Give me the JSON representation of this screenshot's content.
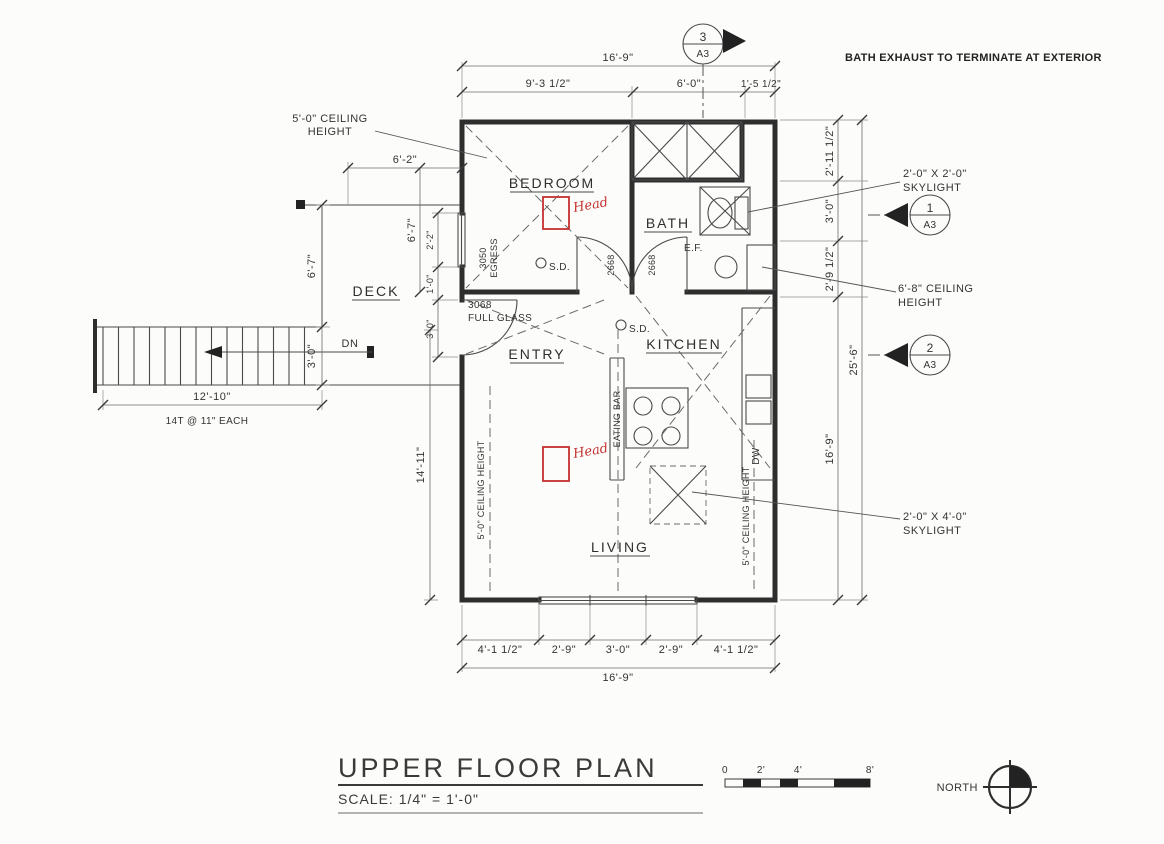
{
  "note_bath_exhaust": "BATH EXHAUST TO TERMINATE AT EXTERIOR",
  "rooms": {
    "bedroom": "BEDROOM",
    "bath": "BATH",
    "deck": "DECK",
    "entry": "ENTRY",
    "kitchen": "KITCHEN",
    "living": "LIVING"
  },
  "dims": {
    "top_overall": "16'-9\"",
    "top_a": "9'-3 1/2\"",
    "top_b": "6'-0\"",
    "top_c": "1'-5 1/2\"",
    "right_a": "2'-11 1/2\"",
    "right_b": "3'-0\"",
    "right_c": "2'-9 1/2\"",
    "right_d": "16'-9\"",
    "right_overall": "25'-6\"",
    "left_a": "6'-2\"",
    "left_b": "6'-7\"",
    "left_c": "2'-2\"",
    "left_d": "1'-0\"",
    "left_e": "3'-0\"",
    "deck_h": "6'-7\"",
    "stair_w": "3'-0\"",
    "living_h": "14'-11\"",
    "stair_len": "12'-10\"",
    "stair_note": "14T @ 11\" EACH",
    "bottom_a": "4'-1 1/2\"",
    "bottom_b": "2'-9\"",
    "bottom_c": "3'-0\"",
    "bottom_d": "2'-9\"",
    "bottom_e": "4'-1 1/2\"",
    "bottom_overall": "16'-9\""
  },
  "annotations": {
    "ceiling5_l1": "5'-0\" CEILING",
    "ceiling5_l2": "HEIGHT",
    "skylight2x2_l1": "2'-0\" X 2'-0\"",
    "skylight2x2_l2": "SKYLIGHT",
    "ceiling68_l1": "6'-8\" CEILING",
    "ceiling68_l2": "HEIGHT",
    "skylight2x4_l1": "2'-0\" X 4'-0\"",
    "skylight2x4_l2": "SKYLIGHT",
    "ceiling5_vert": "5'-0\" CEILING HEIGHT",
    "egress_l1": "3050",
    "egress_l2": "EGRESS",
    "door_glass_l1": "3068",
    "door_glass_l2": "FULL GLASS",
    "door_2668": "2668",
    "sd": "S.D.",
    "ef": "E.F.",
    "eating_bar": "EATING BAR",
    "dw": "DW",
    "dn": "DN",
    "head_mark": "Head"
  },
  "sections": {
    "top": {
      "num": "3",
      "sheet": "A3"
    },
    "right_upper": {
      "num": "1",
      "sheet": "A3"
    },
    "right_lower": {
      "num": "2",
      "sheet": "A3"
    }
  },
  "titleblock": {
    "title": "UPPER FLOOR PLAN",
    "scale": "SCALE: 1/4\" = 1'-0\"",
    "north": "NORTH",
    "scalebar": {
      "t0": "0",
      "t2": "2'",
      "t4": "4'",
      "t8": "8'"
    }
  }
}
